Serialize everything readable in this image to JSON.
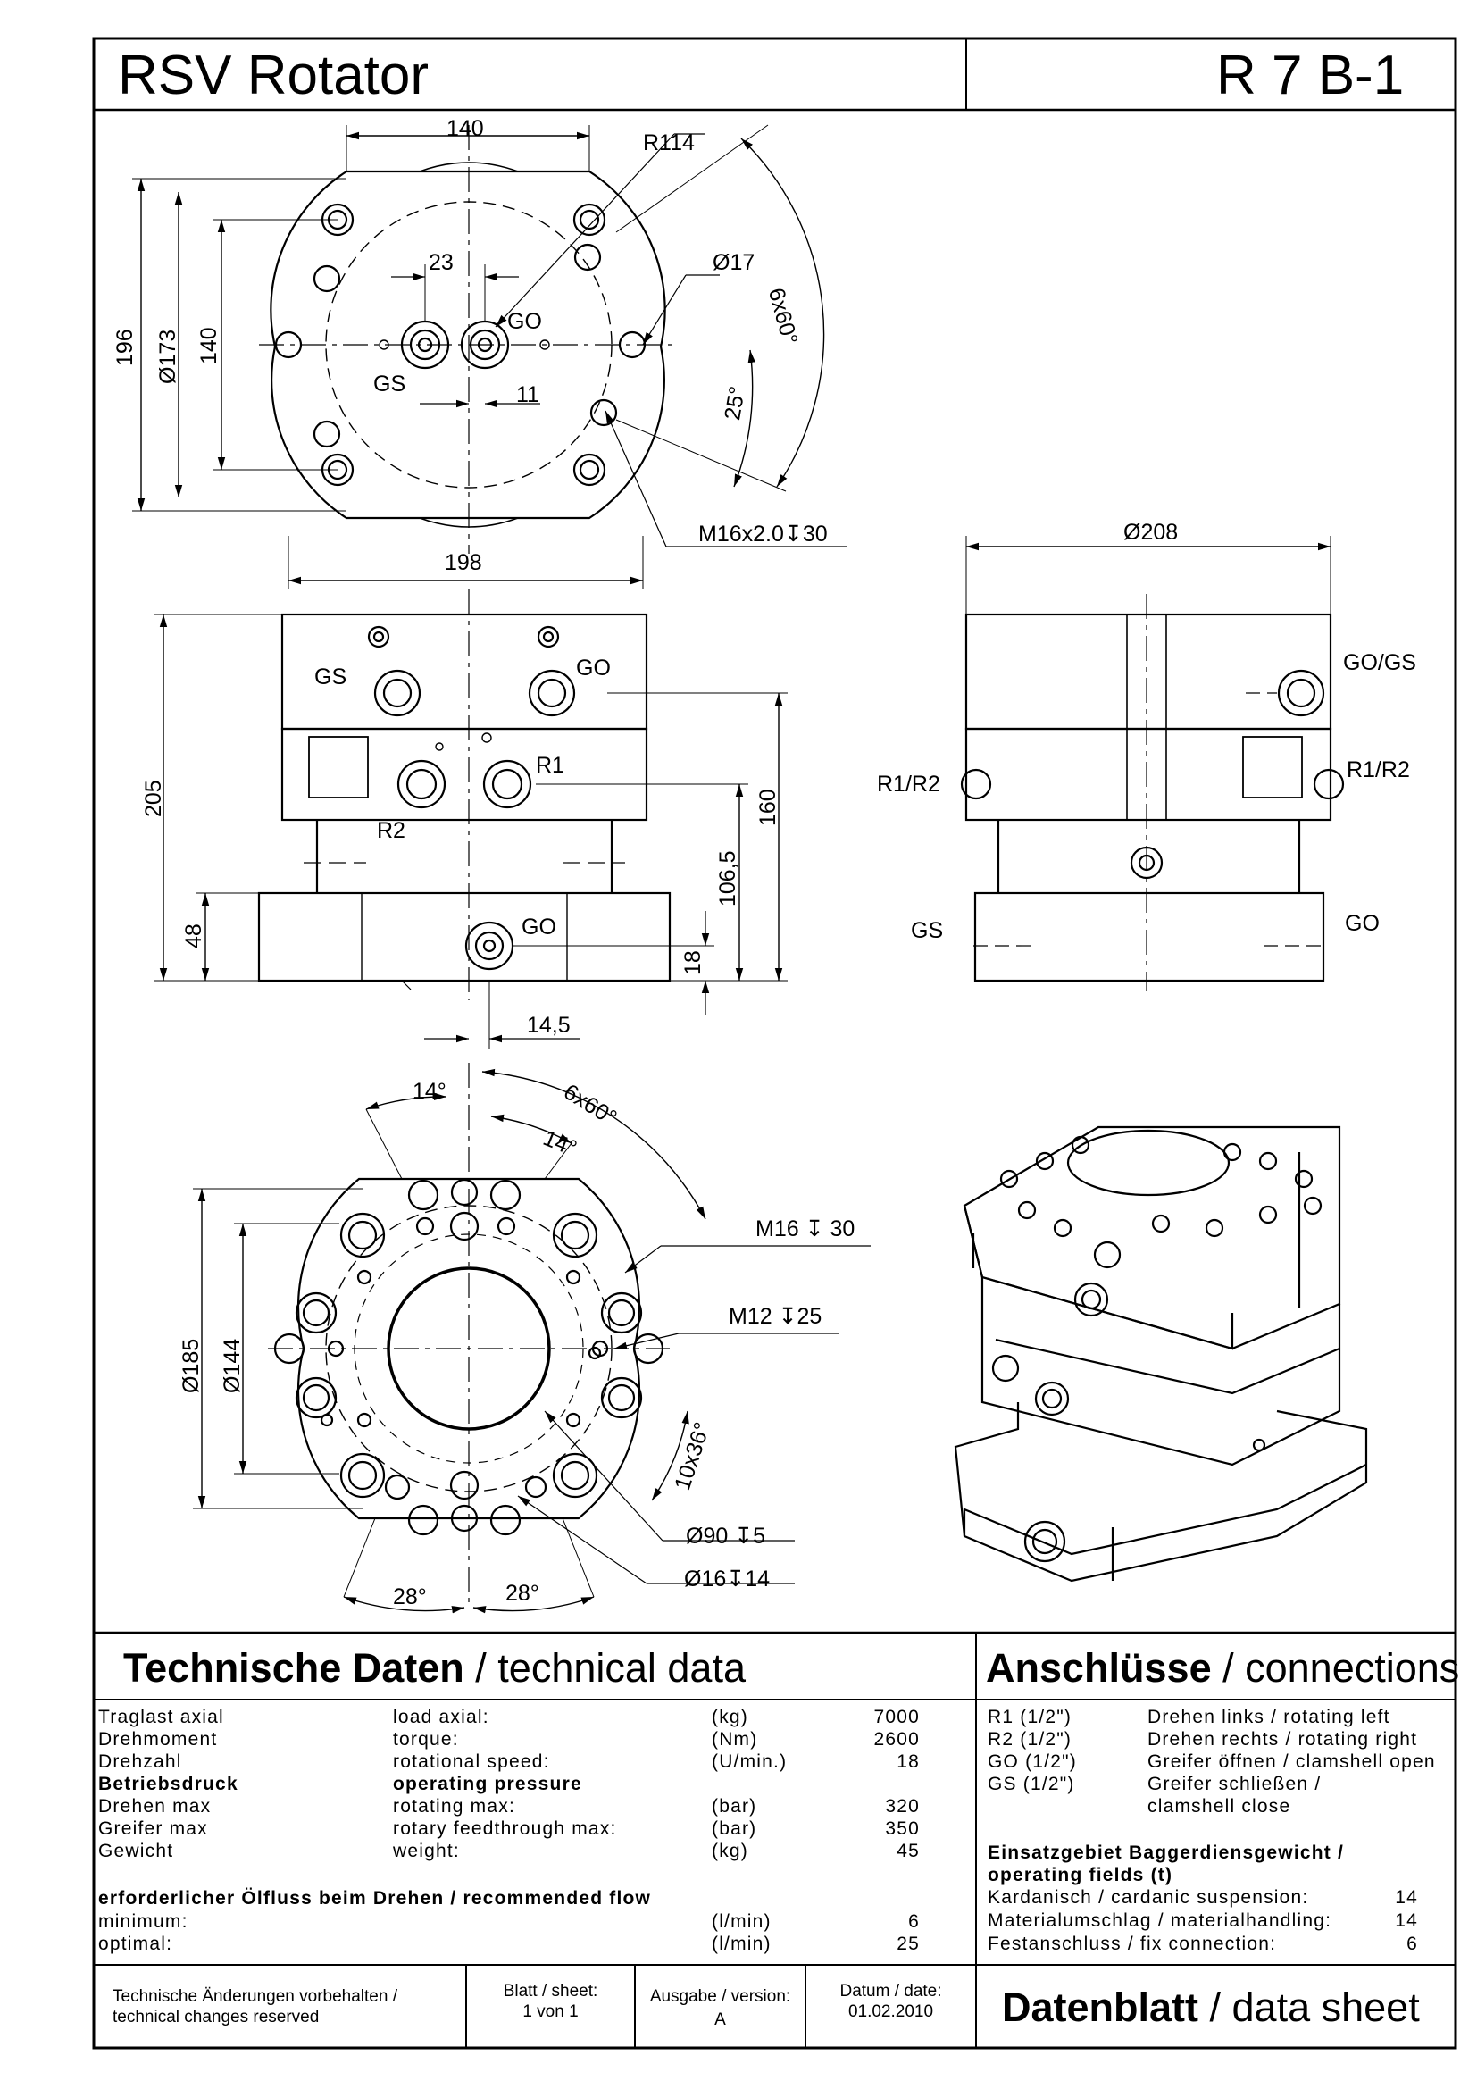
{
  "header": {
    "product_name": "RSV Rotator",
    "model_code": "R 7 B-1"
  },
  "top_view": {
    "dims": [
      "140",
      "R114",
      "23",
      "GO",
      "Ø17",
      "6x60°",
      "GS",
      "11",
      "25°",
      "196",
      "Ø173",
      "140",
      "M16x2.0↧30",
      "198"
    ]
  },
  "side_view": {
    "labels": [
      "GS",
      "GO",
      "R1",
      "R2",
      "GO"
    ],
    "dims": [
      "205",
      "160",
      "106,5",
      "48",
      "18",
      "14,5"
    ]
  },
  "end_view": {
    "dims": [
      "Ø208"
    ],
    "labels": [
      "GO/GS",
      "R1/R2",
      "R1/R2",
      "GS",
      "GO"
    ]
  },
  "bottom_view": {
    "dims": [
      "14°",
      "6x60°",
      "14°",
      "M16 ↧ 30",
      "M12 ↧25",
      "Ø185",
      "Ø144",
      "10x36°",
      "Ø90 ↧5",
      "Ø16↧14",
      "28°",
      "28°"
    ]
  },
  "tech_data": {
    "title_de": "Technische Daten",
    "title_sep": " / ",
    "title_en": "technical data",
    "rows": [
      {
        "de": "Traglast axial",
        "en": "load axial:",
        "unit": "(kg)",
        "value": "7000"
      },
      {
        "de": "Drehmoment",
        "en": "torque:",
        "unit": "(Nm)",
        "value": "2600"
      },
      {
        "de": "Drehzahl",
        "en": "rotational speed:",
        "unit": "(U/min.)",
        "value": "18"
      }
    ],
    "pressure_heading_de": "Betriebsdruck",
    "pressure_heading_en": "operating pressure",
    "pressure_rows": [
      {
        "de": "Drehen max",
        "en": "rotating max:",
        "unit": "(bar)",
        "value": "320"
      },
      {
        "de": "Greifer max",
        "en": "rotary feedthrough max:",
        "unit": "(bar)",
        "value": "350"
      },
      {
        "de": "Gewicht",
        "en": "weight:",
        "unit": "(kg)",
        "value": "45"
      }
    ],
    "flow_heading": "erforderlicher Ölfluss beim Drehen / recommended flow",
    "flow_rows": [
      {
        "label": "minimum:",
        "unit": "(l/min)",
        "value": "6"
      },
      {
        "label": "optimal:",
        "unit": "(l/min)",
        "value": "25"
      }
    ]
  },
  "connections": {
    "title_de": "Anschlüsse",
    "title_sep": " / ",
    "title_en": "connections",
    "rows": [
      {
        "port": "R1  (1/2\")",
        "desc": "Drehen links / rotating left"
      },
      {
        "port": "R2  (1/2\")",
        "desc": "Drehen rechts / rotating right"
      },
      {
        "port": "GO (1/2\")",
        "desc": "Greifer öffnen / clamshell open"
      },
      {
        "port": "GS (1/2\")",
        "desc": "Greifer schließen /"
      },
      {
        "port": "",
        "desc": "clamshell close"
      }
    ],
    "fields_heading_1": "Einsatzgebiet Baggerdiensgewicht /",
    "fields_heading_2": "operating fields (t)",
    "fields": [
      {
        "label": "Kardanisch / cardanic suspension:",
        "value": "14"
      },
      {
        "label": "Materialumschlag / materialhandling:",
        "value": "14"
      },
      {
        "label": "Festanschluss / fix connection:",
        "value": "6"
      }
    ]
  },
  "footer": {
    "notice_1": "Technische Änderungen vorbehalten /",
    "notice_2": "technical changes reserved",
    "sheet_label": "Blatt / sheet:",
    "sheet_value": "1 von 1",
    "version_label": "Ausgabe / version:",
    "version_value": "A",
    "date_label": "Datum / date:",
    "date_value": "01.02.2010",
    "doc_type_de": "Datenblatt",
    "doc_type_sep": " / ",
    "doc_type_en": "data sheet"
  }
}
